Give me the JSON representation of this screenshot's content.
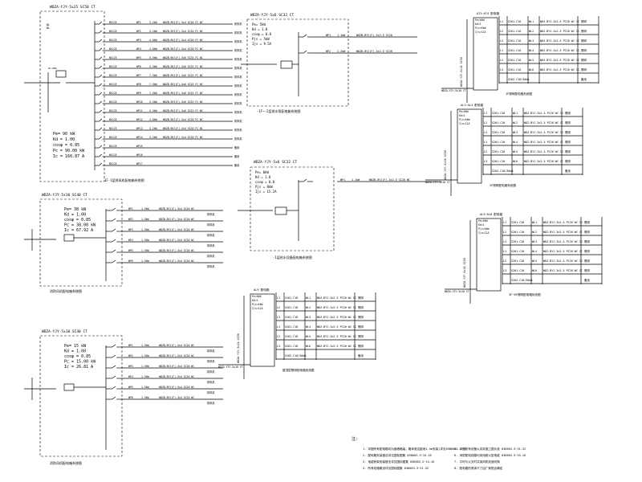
{
  "panels": [
    {
      "id": "p1",
      "header": "WDZA-YJY-5x25 SC50 CT",
      "feeders": [
        {
          "breaker": "NS125",
          "circuit": "WP1",
          "load": "3.2kW",
          "cable": "WDZB-BYJ(F)-3x4 SC20 FC WC",
          "label": "排风机"
        },
        {
          "breaker": "NS125",
          "circuit": "WP2",
          "load": "3.2kW",
          "cable": "WDZB-BYJ(F)-3x4 SC20 FC WC",
          "label": "排风机"
        },
        {
          "breaker": "NS125",
          "circuit": "WP3",
          "load": "4.0kW",
          "cable": "WDZB-BYJ(F)-3x4 SC20 FC WC",
          "label": "排风机"
        },
        {
          "breaker": "NS125",
          "circuit": "WP4",
          "load": "4.0kW",
          "cable": "WDZB-BYJ(F)-3x4 SC20 FC WC",
          "label": "排风机"
        },
        {
          "breaker": "NS125",
          "circuit": "WP5",
          "load": "5.5kW",
          "cable": "WDZB-BYJ(F)-3x6 SC25 FC WC",
          "label": "排风机"
        },
        {
          "breaker": "NS125",
          "circuit": "WP6",
          "load": "5.5kW",
          "cable": "WDZB-BYJ(F)-3x6 SC25 FC WC",
          "label": "排风机"
        },
        {
          "breaker": "NS125",
          "circuit": "WP7",
          "load": "7.5kW",
          "cable": "WDZB-BYJ(F)-3x6 SC25 FC WC",
          "label": "排风机"
        },
        {
          "breaker": "NS125",
          "circuit": "WP8",
          "load": "7.5kW",
          "cable": "WDZB-BYJ(F)-3x6 SC25 FC WC",
          "label": "排风机"
        },
        {
          "breaker": "NS125",
          "circuit": "WP9",
          "load": "7.5kW",
          "cable": "WDZB-BYJ(F)-3x6 SC25 FC WC",
          "label": "排风机"
        },
        {
          "breaker": "NS125",
          "circuit": "WP10",
          "load": "5.5kW",
          "cable": "WDZB-BYJ(F)-3x6 SC25 FC WC",
          "label": "排风机"
        },
        {
          "breaker": "NS125",
          "circuit": "WP11",
          "load": "5.5kW",
          "cable": "WDZB-BYJ(F)-3x6 SC25 FC WC",
          "label": "排风机"
        },
        {
          "breaker": "NS125",
          "circuit": "WP12",
          "load": "4.0kW",
          "cable": "WDZB-BYJ(F)-3x4 SC20 FC WC",
          "label": "排风机"
        },
        {
          "breaker": "NS125",
          "circuit": "WP13",
          "load": "3.2kW",
          "cable": "WDZB-BYJ(F)-3x4 SC20 FC WC",
          "label": "排风机"
        },
        {
          "breaker": "NS125",
          "circuit": "WP14",
          "load": "3.2kW",
          "cable": "WDZB-BYJ(F)-3x4 SC20 FC WC",
          "label": "排风机"
        },
        {
          "breaker": "NS125",
          "circuit": "WP15",
          "load": "",
          "cable": "",
          "label": "备用"
        },
        {
          "breaker": "NS125",
          "circuit": "WP16",
          "load": "",
          "cable": "",
          "label": "备用"
        },
        {
          "breaker": "NS125",
          "circuit": "WP17",
          "load": "",
          "cable": "",
          "label": "备用"
        }
      ],
      "params": [
        "Pe= 90 kW",
        "Kd = 1.00",
        "cosφ = 0.85",
        "Pc = 90.00 kW",
        "Ic = 160.87 A"
      ],
      "title": "1F-1层排风机配电箱系统图"
    },
    {
      "id": "p2",
      "header": "WDZA-YJY-5x10 SC40 CT",
      "feeders": [
        {
          "circuit": "WP1",
          "load": "1.5kW",
          "cable": "WDZB-BYJ(F)-3x4 SC20 WC",
          "label": "排风机"
        },
        {
          "circuit": "WP2",
          "load": "1.5kW",
          "cable": "WDZB-BYJ(F)-3x4 SC20 WC",
          "label": "排风机"
        },
        {
          "circuit": "WP3",
          "load": "1.5kW",
          "cable": "WDZB-BYJ(F)-3x4 SC20 WC",
          "label": "排风机"
        },
        {
          "circuit": "WP4",
          "load": "1.5kW",
          "cable": "WDZB-BYJ(F)-3x4 SC20 WC",
          "label": "排风机"
        },
        {
          "circuit": "WP5",
          "load": "1.5kW",
          "cable": "WDZB-BYJ(F)-3x4 SC20 WC",
          "label": "排风机"
        },
        {
          "circuit": "WP6",
          "load": "1.5kW",
          "cable": "WDZB-BYJ(F)-3x4 SC20 WC",
          "label": "排风机"
        }
      ],
      "params": [
        "Pe= 38 kW",
        "Kd = 1.00",
        "cosφ = 0.85",
        "Pc = 38.00 kW",
        "Ic = 67.92 A"
      ],
      "title": "消防风机配电箱系统图"
    },
    {
      "id": "p3",
      "header": "WDZA-YJY-5x10 SC40 CT",
      "feeders": [
        {
          "circuit": "WP1",
          "load": "1.5kW",
          "cable": "WDZB-BYJ(F)-3x4 SC20 WC",
          "label": "排风机"
        },
        {
          "circuit": "WP2",
          "load": "1.5kW",
          "cable": "WDZB-BYJ(F)-3x4 SC20 WC",
          "label": "排风机"
        },
        {
          "circuit": "WP3",
          "load": "1.5kW",
          "cable": "WDZB-BYJ(F)-3x4 SC20 WC",
          "label": "排风机"
        },
        {
          "circuit": "WP4",
          "load": "1.5kW",
          "cable": "WDZB-BYJ(F)-3x4 SC20 WC",
          "label": "排风机"
        },
        {
          "circuit": "WP5",
          "load": "1.5kW",
          "cable": "WDZB-BYJ(F)-3x4 SC20 WC",
          "label": "排风机"
        },
        {
          "circuit": "WP6",
          "load": "1.5kW",
          "cable": "WDZB-BYJ(F)-3x4 SC20 WC",
          "label": "排风机"
        }
      ],
      "params": [
        "Pe= 15 kW",
        "Kd = 1.00",
        "cosφ = 0.85",
        "Pc = 15.00 kW",
        "Ic = 26.81 A"
      ],
      "title": "消防风机配电箱系统图"
    },
    {
      "id": "p4",
      "header": "WDZA-YJY-5x6 SC32 CT",
      "params": [
        "Pe= 5kW",
        "Kd = 1.0",
        "cosφ = 0.8",
        "Pjs = 5kW",
        "Ijs = 9.5A"
      ],
      "feeders": [
        {
          "circuit": "WP1",
          "load": "1.1kW",
          "cable": "WDZB-BYJ(F)-3x2.5 SC20"
        },
        {
          "circuit": "WP2",
          "load": "2.2kW",
          "cable": "WDZB-BYJ(F)-3x2.5 SC20"
        }
      ],
      "title": "-1F~-2层排水泵配电箱系统图"
    },
    {
      "id": "p5",
      "header": "WDZA-YJY-5x6 SC32 CT",
      "params": [
        "Pe= 8kW",
        "Kd = 1.0",
        "cosφ = 0.8",
        "Pjs = 8kW",
        "Ijs = 15.2A"
      ],
      "feeders": [
        {
          "circuit": "WP1",
          "load": "1.1kW",
          "cable": "WDZB-BYJ(F)-3x2.5 SC20 WC"
        }
      ],
      "title": "-1层给水设备配电箱系统图"
    }
  ],
  "riser_tables": [
    {
      "id": "r1",
      "header": "AT1~AT4 配电箱",
      "vertical_label": "WDZA-YJY-5x16 SC50",
      "params": [
        "Pe=6kW",
        "Kd=1",
        "Pjs=6kW",
        "Ijs=11A"
      ],
      "rows": [
        {
          "ph": "L1",
          "brk": "S261-C16",
          "cct": "WL1",
          "cable": "WDZ-BYJ-3x2.5 PC20 WC CC",
          "use": "照明"
        },
        {
          "ph": "L2",
          "brk": "S261-C16",
          "cct": "WL2",
          "cable": "WDZ-BYJ-3x2.5 PC20 WC CC",
          "use": "照明"
        },
        {
          "ph": "L3",
          "brk": "S261-C16",
          "cct": "WL3",
          "cable": "WDZ-BYJ-3x2.5 PC20 WC CC",
          "use": "照明"
        },
        {
          "ph": "L1",
          "brk": "S261-C16",
          "cct": "WL4",
          "cable": "WDZ-BYJ-3x2.5 PC20 WC CC",
          "use": "照明"
        },
        {
          "ph": "L2",
          "brk": "S261-C16",
          "cct": "WL5",
          "cable": "WDZ-BYJ-3x2.5 PC20 WC CC",
          "use": "照明"
        },
        {
          "ph": "L3",
          "brk": "S261-C16",
          "cct": "WL6",
          "cable": "WDZ-BYJ-3x2.5 PC20 WC CC",
          "use": "照明"
        },
        {
          "ph": "",
          "brk": "S262-C16/30mA",
          "cct": "",
          "cable": "",
          "use": "备用"
        }
      ],
      "footer": "WDZA-YJY-5x10 CT",
      "title": "1F照明配电箱系统图"
    },
    {
      "id": "r2",
      "header": "AL1~AL4 配电箱",
      "vertical_label": "WDZA-YJY-5x16 SC50",
      "params": [
        "Pe=6kW",
        "Kd=1",
        "Pjs=6kW",
        "Ijs=11A"
      ],
      "rows": [
        {
          "ph": "L1",
          "brk": "S261-C16",
          "cct": "WL1",
          "cable": "WDZ-BYJ-3x2.5 PC20 WC CC",
          "use": "照明"
        },
        {
          "ph": "L2",
          "brk": "S261-C16",
          "cct": "WL2",
          "cable": "WDZ-BYJ-3x2.5 PC20 WC CC",
          "use": "照明"
        },
        {
          "ph": "L3",
          "brk": "S261-C16",
          "cct": "WL3",
          "cable": "WDZ-BYJ-3x2.5 PC20 WC CC",
          "use": "照明"
        },
        {
          "ph": "L1",
          "brk": "S261-C16",
          "cct": "WL4",
          "cable": "WDZ-BYJ-3x2.5 PC20 WC CC",
          "use": "照明"
        },
        {
          "ph": "L2",
          "brk": "S261-C16",
          "cct": "WL5",
          "cable": "WDZ-BYJ-3x2.5 PC20 WC CC",
          "use": "照明"
        },
        {
          "ph": "L3",
          "brk": "S261-C16",
          "cct": "WL6",
          "cable": "WDZ-BYJ-3x2.5 PC20 WC CC",
          "use": "照明"
        },
        {
          "ph": "",
          "brk": "S262-C16/30mA",
          "cct": "",
          "cable": "",
          "use": "备用"
        }
      ],
      "footer": "WDZA-YJY-5x10 CT",
      "title": "2F照明配电箱系统图"
    },
    {
      "id": "r3",
      "header": "AL5~AL8 配电箱",
      "vertical_label": "WDZA-YJY-5x16 SC50",
      "params": [
        "Pe=6kW",
        "Kd=1",
        "Pjs=6kW",
        "Ijs=11A"
      ],
      "rows": [
        {
          "ph": "L1",
          "brk": "S261-C16",
          "cct": "WL1",
          "cable": "WDZ-BYJ-3x2.5 PC20 WC CC",
          "use": "照明"
        },
        {
          "ph": "L2",
          "brk": "S261-C16",
          "cct": "WL2",
          "cable": "WDZ-BYJ-3x2.5 PC20 WC CC",
          "use": "照明"
        },
        {
          "ph": "L3",
          "brk": "S261-C16",
          "cct": "WL3",
          "cable": "WDZ-BYJ-3x2.5 PC20 WC CC",
          "use": "照明"
        },
        {
          "ph": "L1",
          "brk": "S261-C16",
          "cct": "WL4",
          "cable": "WDZ-BYJ-3x2.5 PC20 WC CC",
          "use": "照明"
        },
        {
          "ph": "L2",
          "brk": "S261-C16",
          "cct": "WL5",
          "cable": "WDZ-BYJ-3x2.5 PC20 WC CC",
          "use": "照明"
        },
        {
          "ph": "L3",
          "brk": "S261-C16",
          "cct": "WL6",
          "cable": "WDZ-BYJ-3x2.5 PC20 WC CC",
          "use": "照明"
        },
        {
          "ph": "",
          "brk": "S262-C16/30mA",
          "cct": "",
          "cable": "",
          "use": "备用"
        }
      ],
      "footer": "WDZA-YJY-5x10 CT",
      "title": "3F~6F照明配电箱系统图"
    },
    {
      "id": "r4",
      "header": "AL9 配电箱",
      "vertical_label": "WDZA-YJY-5x16 SC50",
      "params": [
        "Pe=6kW",
        "Kd=1",
        "Pjs=6kW",
        "Ijs=11A"
      ],
      "rows": [
        {
          "ph": "L1",
          "brk": "S261-C16",
          "cct": "WL1",
          "cable": "WDZ-BYJ-3x2.5 PC20 WC CC",
          "use": "照明"
        },
        {
          "ph": "L2",
          "brk": "S261-C16",
          "cct": "WL2",
          "cable": "WDZ-BYJ-3x2.5 PC20 WC CC",
          "use": "照明"
        },
        {
          "ph": "L3",
          "brk": "S261-C16",
          "cct": "WL3",
          "cable": "WDZ-BYJ-3x2.5 PC20 WC CC",
          "use": "照明"
        },
        {
          "ph": "L1",
          "brk": "S261-C16",
          "cct": "WL4",
          "cable": "WDZ-BYJ-3x2.5 PC20 WC CC",
          "use": "照明"
        },
        {
          "ph": "L2",
          "brk": "S261-C16",
          "cct": "WL5",
          "cable": "WDZ-BYJ-3x2.5 PC20 WC CC",
          "use": "照明"
        },
        {
          "ph": "L3",
          "brk": "S261-C16",
          "cct": "WL6",
          "cable": "WDZ-BYJ-3x2.5 PC20 WC CC",
          "use": "照明"
        },
        {
          "ph": "",
          "brk": "S262-C16/30mA",
          "cct": "",
          "cable": "",
          "use": "备用"
        }
      ],
      "footer": "WDZA-YJY-5x10 CT",
      "title": "屋顶层照明配电箱系统图"
    }
  ],
  "notes": {
    "heading": "注:",
    "left": [
      "1. 本图所有配电箱均为嵌墙暗装，箱体底边距地1.5m安装(详见09BD002-1~1)",
      "2. 配电箱安装做法详见国标图集 03D603-3~15-16",
      "3. 电缆桥架安装做法详见国标图集 03D603-2~15-16",
      "4. 所有线路敷设详见国标图集 03D603-3~31-32"
    ],
    "right": [
      "5. 本图所有设备以实际施工图为准 03D603-3~31-32",
      "6. 消防配电线路均采用耐火型电缆 03D603-3~15-16",
      "7. 平时与火灾时共用风机双速切换",
      "8. 配电箱的具体尺寸由厂家配合确定"
    ]
  }
}
